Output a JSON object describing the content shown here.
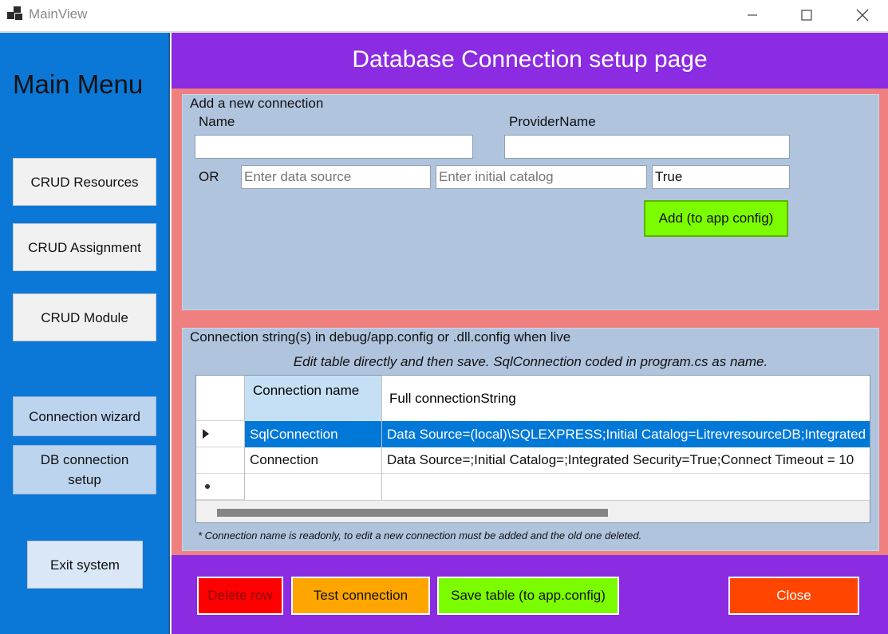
{
  "window": {
    "title": "MainView"
  },
  "sidebar": {
    "title": "Main Menu",
    "buttons": {
      "crud_resources": "CRUD Resources",
      "crud_assignment": "CRUD Assignment",
      "crud_module": "CRUD Module",
      "connection_wizard": "Connection wizard",
      "db_connection_setup": "DB connection setup",
      "exit_system": "Exit system"
    }
  },
  "header": {
    "title": "Database Connection setup page"
  },
  "add_connection": {
    "legend": "Add a new connection",
    "name_label": "Name",
    "provider_label": "ProviderName",
    "name_value": "",
    "provider_value": "",
    "or_label": "OR",
    "data_source_placeholder": "Enter data source",
    "initial_catalog_placeholder": "Enter initial catalog",
    "integrated_value": "True",
    "add_button": "Add (to app config)"
  },
  "connections": {
    "legend": "Connection string(s) in debug/app.config or .dll.config when live",
    "info": "Edit table directly and then save. SqlConnection coded in program.cs as name.",
    "columns": [
      "Connection name",
      "Full connectionString"
    ],
    "rows": [
      {
        "name": "SqlConnection",
        "connection_string": "Data Source=(local)\\SQLEXPRESS;Initial Catalog=LitrevresourceDB;Integrated",
        "selected": true
      },
      {
        "name": "Connection",
        "connection_string": "Data Source=;Initial Catalog=;Integrated Security=True;Connect Timeout = 10",
        "selected": false
      }
    ],
    "note": "* Connection name is readonly, to edit a new connection must be added and the old one deleted."
  },
  "footer": {
    "delete_row": "Delete row",
    "test_connection": "Test connection",
    "save_table": "Save table (to app.config)",
    "close": "Close"
  },
  "colors": {
    "sidebar": "#0b78d8",
    "header": "#8b2be2",
    "panel": "#f08080",
    "group": "#b0c4de",
    "add_button": "#7cfc00",
    "delete_button": "#ff0000",
    "test_button": "#ffa500",
    "save_button": "#7cfc00",
    "close_button": "#ff4500",
    "selected_row": "#0078d7"
  }
}
